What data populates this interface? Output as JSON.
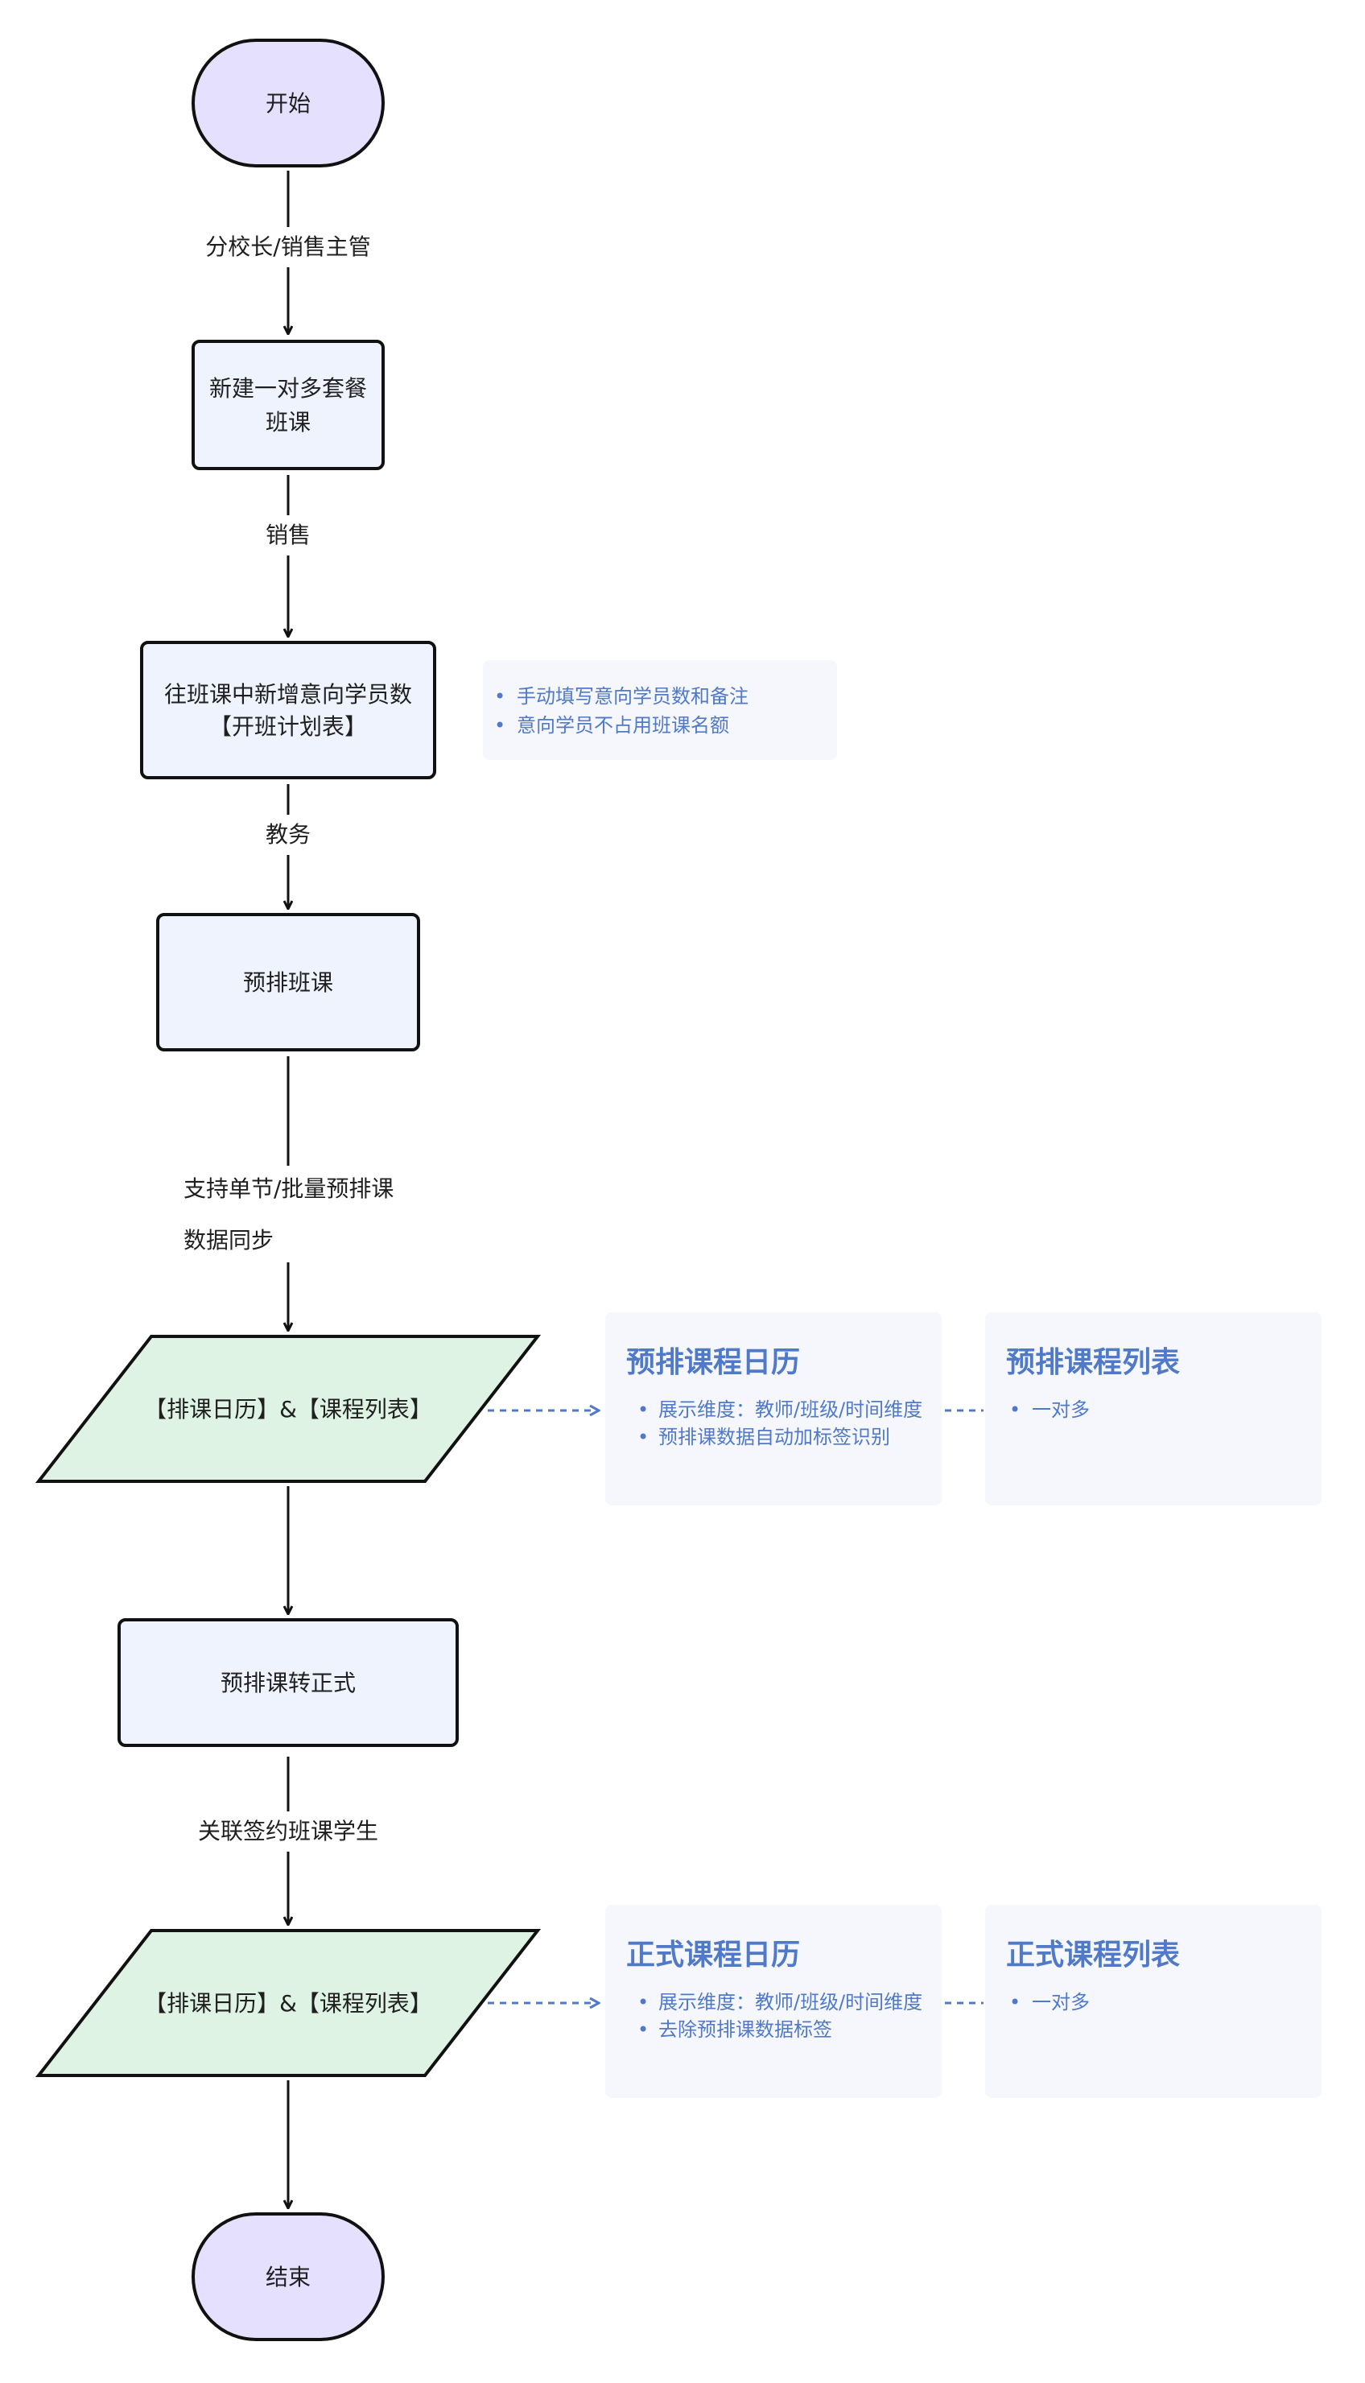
{
  "colors": {
    "terminal_fill": "#e6e0ff",
    "process_fill": "#eef3fd",
    "data_fill": "#dff3e4",
    "stroke": "#111111",
    "note_fill": "#f5f7fd",
    "note_text": "#5079c8"
  },
  "nodes": {
    "start": "开始",
    "create_line1": "新建一对多套餐",
    "create_line2": "班课",
    "add_line1": "往班课中新增意向学员数",
    "add_line2": "【开班计划表】",
    "pre_schedule": "预排班课",
    "data1": "【排课日历】&【课程列表】",
    "convert": "预排课转正式",
    "data2": "【排课日历】&【课程列表】",
    "end": "结束"
  },
  "edges": {
    "e1": "分校长/销售主管",
    "e2": "销售",
    "e3": "教务",
    "e4_line1": "支持单节/批量预排课",
    "e4_line2": "数据同步",
    "e6": "关联签约班课学生"
  },
  "notes": {
    "intent": {
      "items": [
        "手动填写意向学员数和备注",
        "意向学员不占用班课名额"
      ]
    },
    "pre_calendar": {
      "title": "预排课程日历",
      "items": [
        "展示维度：教师/班级/时间维度",
        "预排课数据自动加标签识别"
      ]
    },
    "pre_list": {
      "title": "预排课程列表",
      "items": [
        "一对多"
      ]
    },
    "formal_calendar": {
      "title": "正式课程日历",
      "items": [
        "展示维度：教师/班级/时间维度",
        "去除预排课数据标签"
      ]
    },
    "formal_list": {
      "title": "正式课程列表",
      "items": [
        "一对多"
      ]
    },
    "bullet": "•"
  }
}
